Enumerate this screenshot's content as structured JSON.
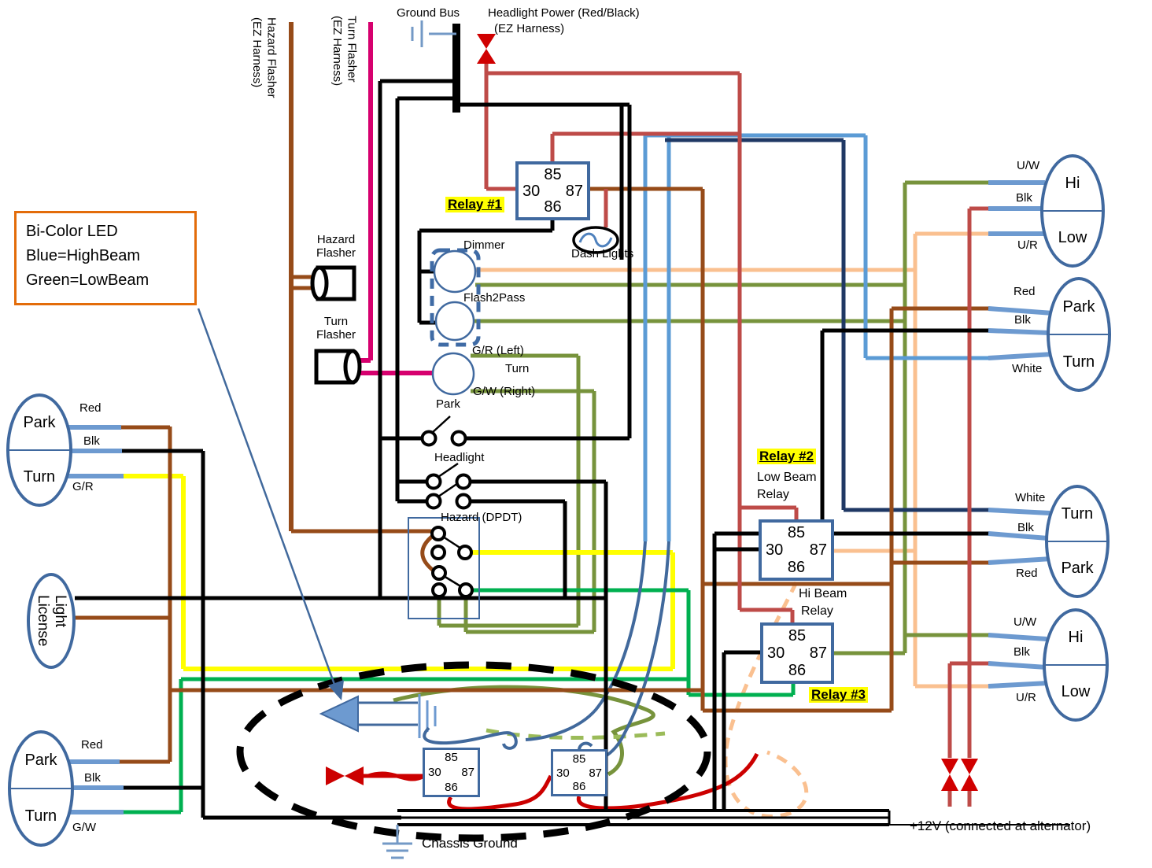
{
  "top": {
    "ground_bus": "Ground Bus",
    "headlight_power_1": "Headlight Power (Red/Black)",
    "headlight_power_2": "(EZ Harness)"
  },
  "harness": {
    "hazard_1": "Hazard Flasher",
    "hazard_2": "(EZ Harness)",
    "turn_1": "Turn Flasher",
    "turn_2": "(EZ Harness)"
  },
  "note": {
    "line1": "Bi-Color LED",
    "line2": "Blue=HighBeam",
    "line3": "Green=LowBeam"
  },
  "relay_pins": {
    "p85": "85",
    "p30": "30",
    "p87": "87",
    "p86": "86"
  },
  "relays": {
    "r1_label": "Relay #1",
    "r2_label": "Relay #2",
    "r2_sub1": "Low Beam",
    "r2_sub2": "Relay",
    "r3_sub1": "Hi Beam",
    "r3_sub2": "Relay",
    "r3_label": "Relay #3"
  },
  "switches": {
    "dimmer": "Dimmer",
    "flash2pass": "Flash2Pass",
    "gr_left": "G/R (Left)",
    "turn": "Turn",
    "gw_right": "G/W (Right)",
    "park": "Park",
    "headlight": "Headlight",
    "hazard_dpdt": "Hazard (DPDT)",
    "dash_lights": "Dash Lights"
  },
  "flashers": {
    "hazard_1": "Hazard",
    "hazard_2": "Flasher",
    "turn_1": "Turn",
    "turn_2": "Flasher"
  },
  "lights": {
    "right": [
      {
        "top": "Hi",
        "bottom": "Low",
        "stubs": [
          "U/W",
          "Blk",
          "U/R"
        ]
      },
      {
        "top": "Park",
        "bottom": "Turn",
        "stubs": [
          "Red",
          "Blk",
          "White"
        ]
      },
      {
        "top": "Turn",
        "bottom": "Park",
        "stubs": [
          "White",
          "Blk",
          "Red"
        ]
      },
      {
        "top": "Hi",
        "bottom": "Low",
        "stubs": [
          "U/W",
          "Blk",
          "U/R"
        ]
      }
    ],
    "left": [
      {
        "top": "Park",
        "bottom": "Turn",
        "stubs": [
          "Red",
          "Blk",
          "G/R"
        ]
      },
      {
        "line1": "License",
        "line2": "Light"
      },
      {
        "top": "Park",
        "bottom": "Turn",
        "stubs": [
          "Red",
          "Blk",
          "G/W"
        ]
      }
    ]
  },
  "bottom": {
    "chassis_ground": "Chassis Ground",
    "plus12v": "+12V (connected at alternator)"
  },
  "colors": {
    "relay_border": "#40699F",
    "highlight": "#FFFF00",
    "note_border": "#E36C0A",
    "wire_brown": "#964B19",
    "wire_magenta": "#D6006E",
    "wire_peach": "#FAC090",
    "wire_olive": "#77933C",
    "wire_green": "#00B050",
    "wire_yellow": "#FFFF00",
    "wire_red": "#BE4B48",
    "wire_bright_red": "#D00000",
    "wire_navy": "#1F3864",
    "wire_light_blue": "#5B9BD5",
    "wire_stub_blue": "#6D9AD0"
  }
}
